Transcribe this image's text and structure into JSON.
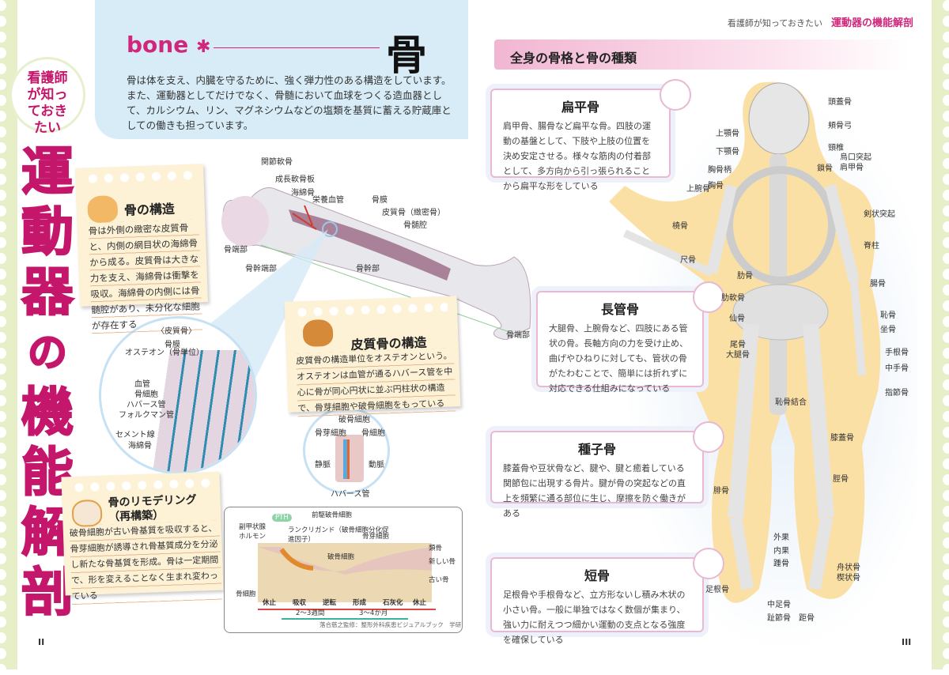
{
  "left_page": {
    "vertical_title_small": "看護師が知っておきたい",
    "vertical_title_big": [
      "運",
      "動",
      "器",
      "の",
      "機",
      "能",
      "解",
      "剖"
    ],
    "header_word": "bone",
    "header_kanji": "骨",
    "intro": "骨は体を支え、内臓を守るために、強く弾力性のある構造をしています。また、運動器としてだけでなく、骨髄において血球をつくる造血器として、カルシウム、リン、マグネシウムなどの塩類を基質に蓄える貯蔵庫としての働きも担っています。",
    "notes": [
      {
        "title": "骨の構造",
        "body": "骨は外側の緻密な皮質骨と、内側の網目状の海綿骨から成る。皮質骨は大きな力を支え、海綿骨は衝撃を吸収。海綿骨の内側には骨髄腔があり、未分化な細胞が存在する"
      },
      {
        "title": "皮質骨の構造",
        "body": "皮質骨の構造単位をオステオンという。オステオンは血管が通るハバース管を中心に骨が同心円状に並ぶ円柱状の構造で、骨芽細胞や破骨細胞をもっている"
      },
      {
        "title": "骨のリモデリング（再構築）",
        "body": "破骨細胞が古い骨基質を吸収すると、骨芽細胞が誘導され骨基質成分を分泌し新たな骨基質を形成。骨は一定期間で、形を変えることなく生まれ変わっている"
      }
    ],
    "bone_labels": [
      "関節軟骨",
      "成長軟骨板",
      "海綿骨",
      "栄養血管",
      "骨膜",
      "皮質骨（緻密骨）",
      "骨髄腔",
      "骨端部",
      "骨幹端部",
      "骨幹部",
      "骨端部"
    ],
    "cortical_labels": [
      "〈皮質骨〉",
      "骨膜",
      "オステオン（骨単位）",
      "血管",
      "骨細胞",
      "ハバース管",
      "フォルクマン管",
      "セメント線",
      "海綿骨"
    ],
    "osteon_labels": [
      "破骨細胞",
      "骨芽細胞",
      "骨細胞",
      "静脈",
      "動脈",
      "ハバース管"
    ],
    "remodeling": {
      "labels": [
        "PTH",
        "副甲状腺ホルモン",
        "前駆破骨細胞",
        "ランクリガンド（破骨細胞分化促進因子）",
        "破骨細胞",
        "骨芽細胞",
        "類骨",
        "新しい骨",
        "古い骨",
        "骨細胞"
      ],
      "phases": [
        "休止",
        "吸収",
        "逆転",
        "形成",
        "石灰化",
        "休止"
      ],
      "durations": [
        "2～3週間",
        "3～4か月"
      ],
      "credit": "落合慈之監修：整形外科疾患ビジュアルブック　学研"
    },
    "page_number": "II"
  },
  "right_page": {
    "running_head_small": "看護師が知っておきたい",
    "running_head": "運動器の機能解剖",
    "banner": "全身の骨格と骨の種類",
    "types": [
      {
        "title": "扁平骨",
        "body": "肩甲骨、腸骨など扁平な骨。四肢の運動の基盤として、下肢や上肢の位置を決め安定させる。様々な筋肉の付着部として、多方向から引っ張られることから扁平な形をしている"
      },
      {
        "title": "長管骨",
        "body": "大腿骨、上腕骨など、四肢にある管状の骨。長軸方向の力を受け止め、曲げやひねりに対しても、管状の骨がたわむことで、簡単には折れずに対応できる仕組みになっている"
      },
      {
        "title": "種子骨",
        "body": "膝蓋骨や豆状骨など、腱や、腱と癒着している関節包に出現する骨片。腱が骨の突起などの直上を頻繁に通る部位に生じ、摩擦を防ぐ働きがある"
      },
      {
        "title": "短骨",
        "body": "足根骨や手根骨など、立方形ないし積み木状の小さい骨。一般に単独ではなく数個が集まり、強い力に耐えつつ細かい運動の支点となる強度を確保している"
      }
    ],
    "skeleton_labels": [
      "頭蓋骨",
      "頬骨弓",
      "上顎骨",
      "下顎骨",
      "頸椎",
      "胸骨柄",
      "胸骨",
      "鎖骨",
      "烏口突起",
      "肩甲骨",
      "上腕骨",
      "橈骨",
      "剣状突起",
      "脊柱",
      "尺骨",
      "肋骨",
      "肋軟骨",
      "腸骨",
      "仙骨",
      "恥骨",
      "尾骨",
      "坐骨",
      "大腿骨",
      "手根骨",
      "中手骨",
      "指節骨",
      "恥骨結合",
      "膝蓋骨",
      "脛骨",
      "腓骨",
      "外果",
      "内果",
      "踵骨",
      "舟状骨",
      "楔状骨",
      "足根骨",
      "中足骨",
      "趾節骨",
      "距骨"
    ],
    "page_number": "III"
  }
}
